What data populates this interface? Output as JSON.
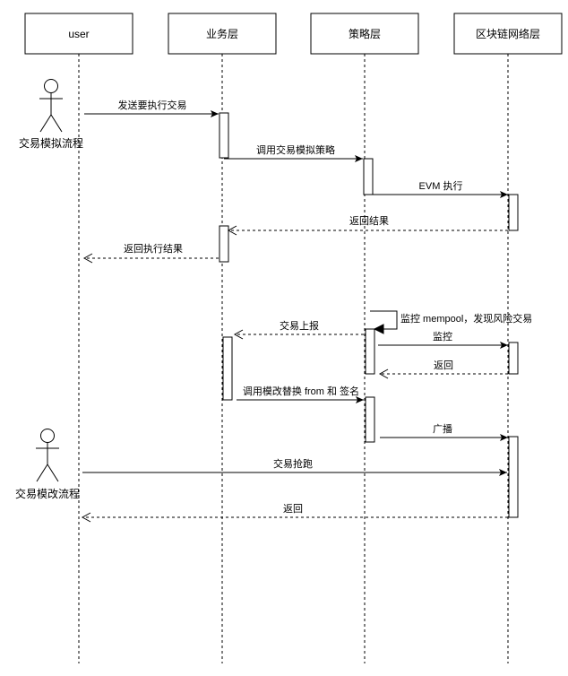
{
  "participants": [
    {
      "id": "user",
      "label": "user"
    },
    {
      "id": "biz",
      "label": "业务层"
    },
    {
      "id": "strategy",
      "label": "策略层"
    },
    {
      "id": "chain",
      "label": "区块链网络层"
    }
  ],
  "actors": [
    {
      "id": "actor1",
      "label": "交易模拟流程"
    },
    {
      "id": "actor2",
      "label": "交易模改流程"
    }
  ],
  "messages": [
    {
      "id": "m1",
      "label": "发送要执行交易",
      "from": "user",
      "to": "biz",
      "style": "solid"
    },
    {
      "id": "m2",
      "label": "调用交易模拟策略",
      "from": "biz",
      "to": "strategy",
      "style": "solid"
    },
    {
      "id": "m3",
      "label": "EVM 执行",
      "from": "strategy",
      "to": "chain",
      "style": "solid"
    },
    {
      "id": "m4",
      "label": "返回结果",
      "from": "chain",
      "to": "biz",
      "style": "dashed"
    },
    {
      "id": "m5",
      "label": "返回执行结果",
      "from": "biz",
      "to": "user",
      "style": "dashed"
    },
    {
      "id": "m6",
      "label": "监控 mempool，发现风险交易",
      "from": "strategy",
      "to": "strategy",
      "style": "self"
    },
    {
      "id": "m7",
      "label": "交易上报",
      "from": "strategy",
      "to": "biz",
      "style": "dashed"
    },
    {
      "id": "m8",
      "label": "监控",
      "from": "strategy",
      "to": "chain",
      "style": "solid"
    },
    {
      "id": "m9",
      "label": "返回",
      "from": "chain",
      "to": "strategy",
      "style": "dashed"
    },
    {
      "id": "m10",
      "label": "调用模改替换 from 和 签名",
      "from": "biz",
      "to": "strategy",
      "style": "solid"
    },
    {
      "id": "m11",
      "label": "广播",
      "from": "strategy",
      "to": "chain",
      "style": "solid"
    },
    {
      "id": "m12",
      "label": "交易抢跑",
      "from": "user",
      "to": "chain",
      "style": "solid"
    },
    {
      "id": "m13",
      "label": "返回",
      "from": "chain",
      "to": "user",
      "style": "dashed"
    }
  ]
}
